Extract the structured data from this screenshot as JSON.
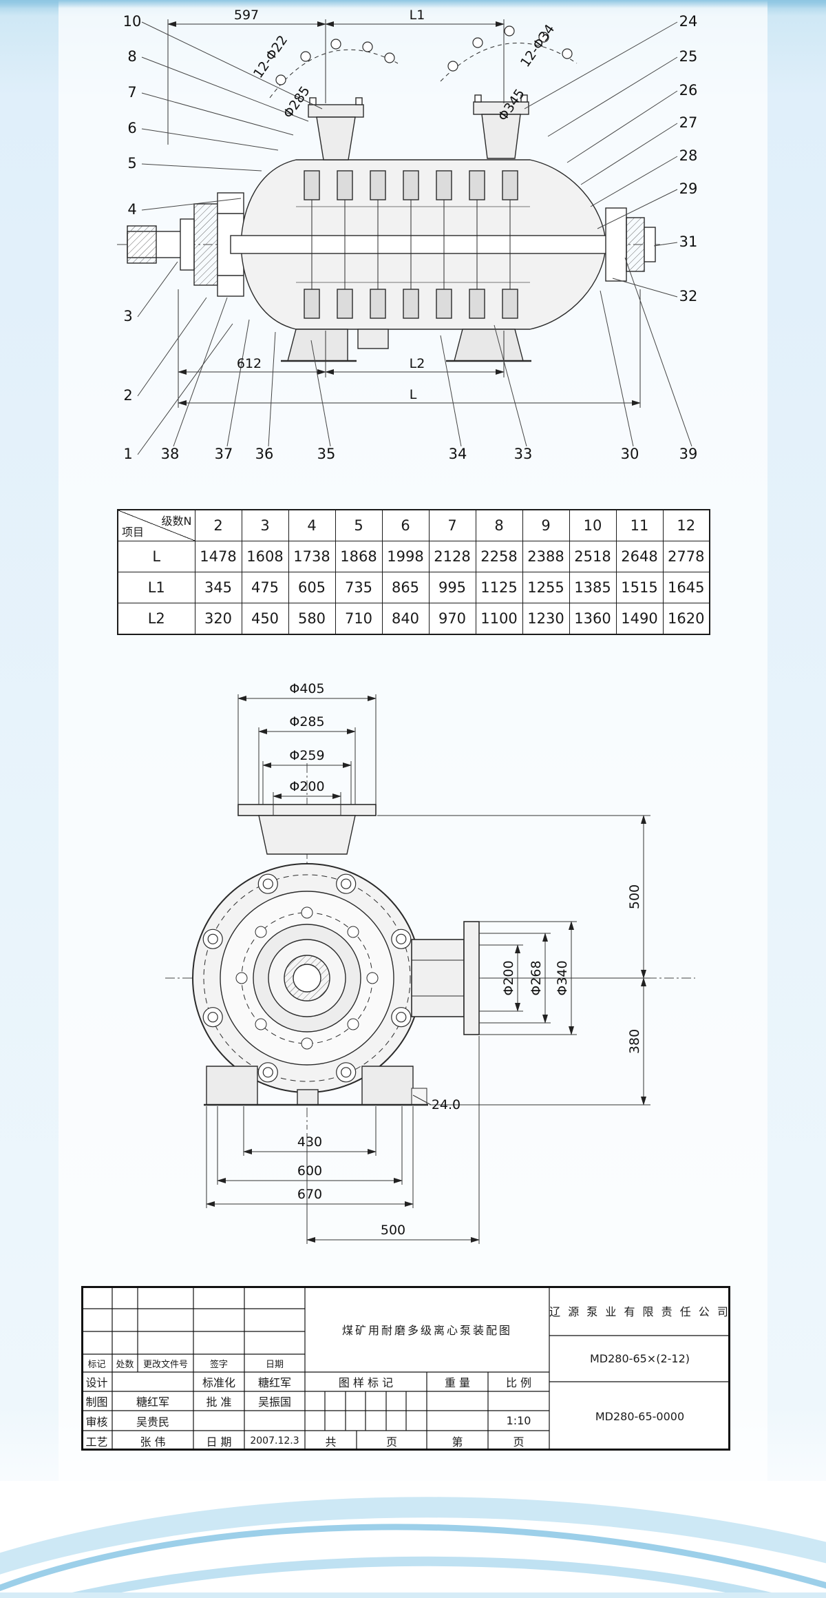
{
  "assembly": {
    "dims": {
      "d597": "597",
      "L1": "L1",
      "bolts_left": "12-Φ22",
      "dia_left": "Φ285",
      "bolts_right": "12-Φ34",
      "dia_right": "Φ345",
      "d612": "612",
      "L2": "L2",
      "L": "L"
    },
    "callouts": {
      "left": [
        "10",
        "8",
        "7",
        "6",
        "5",
        "4",
        "3",
        "2",
        "1"
      ],
      "right": [
        "24",
        "25",
        "26",
        "27",
        "28",
        "29",
        "31",
        "32"
      ],
      "bottom": [
        "38",
        "37",
        "36",
        "35",
        "34",
        "33",
        "30",
        "39"
      ]
    }
  },
  "stage_table": {
    "corner_top": "级数N",
    "corner_bottom": "项目",
    "stages": [
      "2",
      "3",
      "4",
      "5",
      "6",
      "7",
      "8",
      "9",
      "10",
      "11",
      "12"
    ],
    "rows": [
      {
        "label": "L",
        "values": [
          "1478",
          "1608",
          "1738",
          "1868",
          "1998",
          "2128",
          "2258",
          "2388",
          "2518",
          "2648",
          "2778"
        ]
      },
      {
        "label": "L1",
        "values": [
          "345",
          "475",
          "605",
          "735",
          "865",
          "995",
          "1125",
          "1255",
          "1385",
          "1515",
          "1645"
        ]
      },
      {
        "label": "L2",
        "values": [
          "320",
          "450",
          "580",
          "710",
          "840",
          "970",
          "1100",
          "1230",
          "1360",
          "1490",
          "1620"
        ]
      }
    ]
  },
  "end_view": {
    "top_dims": [
      "Φ405",
      "Φ285",
      "Φ259",
      "Φ200"
    ],
    "right_dims": [
      "Φ200",
      "Φ268",
      "Φ340"
    ],
    "height_upper": "500",
    "height_lower": "380",
    "step": "24.0",
    "bottom_dims": [
      "430",
      "600",
      "670",
      "500"
    ]
  },
  "title_block": {
    "title": "煤矿用耐磨多级离心泵装配图",
    "company": "辽 源 泵 业 有 限 责 任 公 司",
    "model": "MD280-65×(2-12)",
    "drawing_no": "MD280-65-0000",
    "header_row": [
      "标记",
      "处数",
      "更改文件号",
      "签字",
      "日期"
    ],
    "rows": [
      {
        "c1": "设计",
        "c2": "",
        "c3": "标准化",
        "c4": "糖红军"
      },
      {
        "c1": "制图",
        "c2": "糖红军",
        "c3": "批 准",
        "c4": "吴振国"
      },
      {
        "c1": "审核",
        "c2": "吴贵民",
        "c3": "",
        "c4": ""
      },
      {
        "c1": "工艺",
        "c2": "张 伟",
        "c3": "日 期",
        "c4": "2007.12.3"
      }
    ],
    "mid_headers": [
      "图 样 标 记",
      "重 量",
      "比 例"
    ],
    "scale": "1:10",
    "footer": [
      "共",
      "页",
      "第",
      "页"
    ]
  }
}
